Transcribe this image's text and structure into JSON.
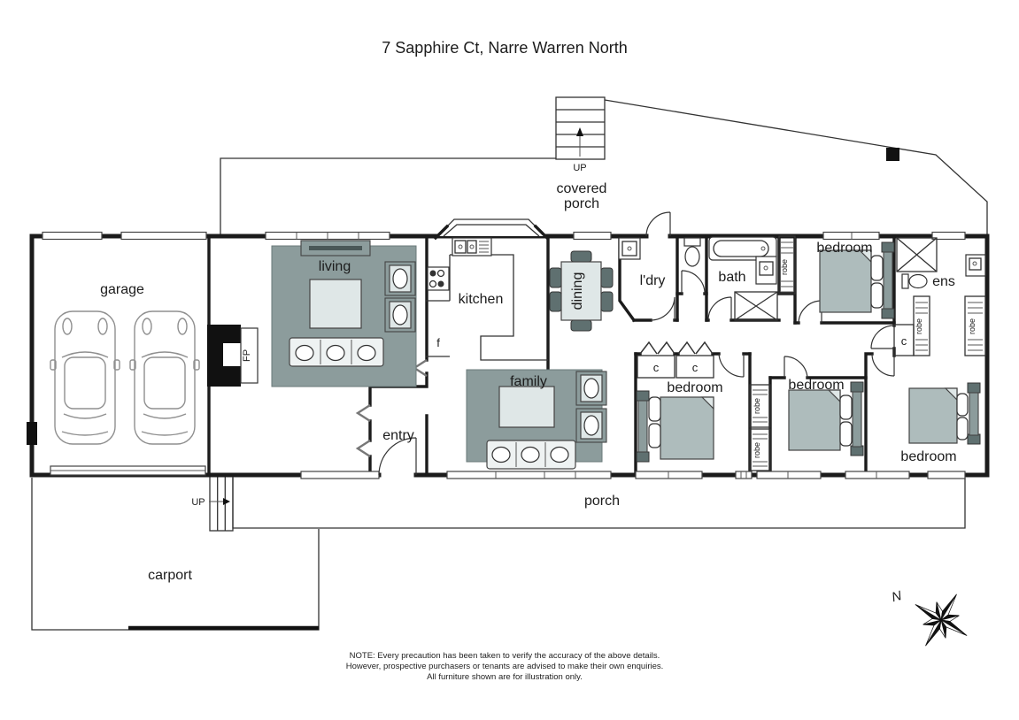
{
  "title": "7 Sapphire Ct, Narre Warren North",
  "labels": {
    "garage": "garage",
    "living": "living",
    "kitchen": "kitchen",
    "fridge": "f",
    "dining": "dining",
    "family": "family",
    "entry": "entry",
    "laundry": "l'dry",
    "bath": "bath",
    "ensuite": "ens",
    "bedroom": "bedroom",
    "robe": "robe",
    "cupboard": "c",
    "fireplace": "FP",
    "up": "UP",
    "porch": "porch",
    "carport": "carport",
    "covered_line1": "covered",
    "covered_line2": "porch",
    "north": "N"
  },
  "note": {
    "line1": "NOTE: Every precaution has been taken to verify the accuracy of the above details.",
    "line2": "However, prospective purchasers or tenants are advised to make their own enquiries.",
    "line3": "All furniture shown are for illustration only."
  },
  "colors": {
    "walls": "#1b1b1b",
    "rug_sage": "#8c9c9c",
    "bed_cover": "#aebcbc",
    "furniture_light": "#dfe7e7",
    "accent_dark": "#5f7070",
    "paper": "#ffffff"
  }
}
